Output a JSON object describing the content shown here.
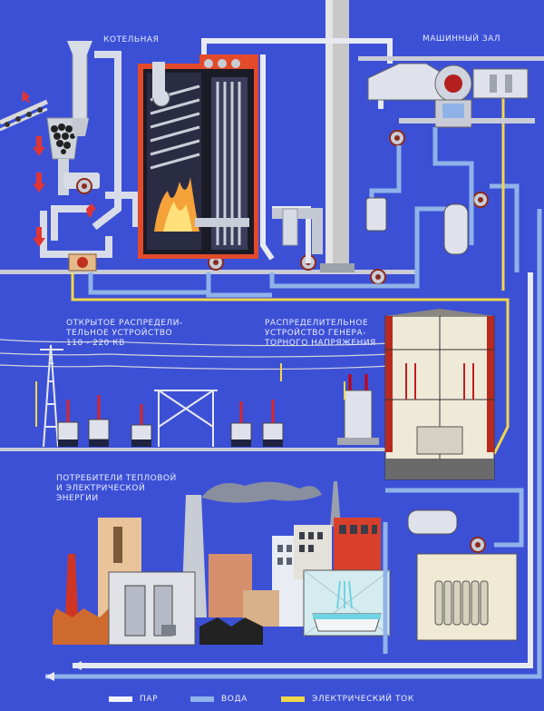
{
  "labels": {
    "boiler_room": "КОТЕЛЬНАЯ",
    "machine_hall": "МАШИННЫЙ ЗАЛ",
    "open_switchgear": [
      "ОТКРЫТОЕ РАСПРЕДЕЛИ-",
      "ТЕЛЬНОЕ УСТРОЙСТВО",
      "110 - 220 КВ"
    ],
    "gvs": [
      "РАСПРЕДЕЛИТЕЛЬНОЕ",
      "УСТРОЙСТВО ГЕНЕРА-",
      "ТОРНОГО НАПРЯЖЕНИЯ"
    ],
    "consumers": [
      "ПОТРЕБИТЕЛИ ТЕПЛОВОЙ",
      "И ЭЛЕКТРИЧЕСКОЙ",
      "ЭНЕРГИИ"
    ]
  },
  "legend": {
    "steam": "ПАР",
    "water": "ВОДА",
    "electric": "ЭЛЕКТРИЧЕСКИЙ ТОК"
  },
  "colors": {
    "background": "#3c50d6",
    "steam": "#f2f3f8",
    "water": "#8fb3e8",
    "electric": "#f1d74a",
    "boiler": "#e24a2a"
  }
}
